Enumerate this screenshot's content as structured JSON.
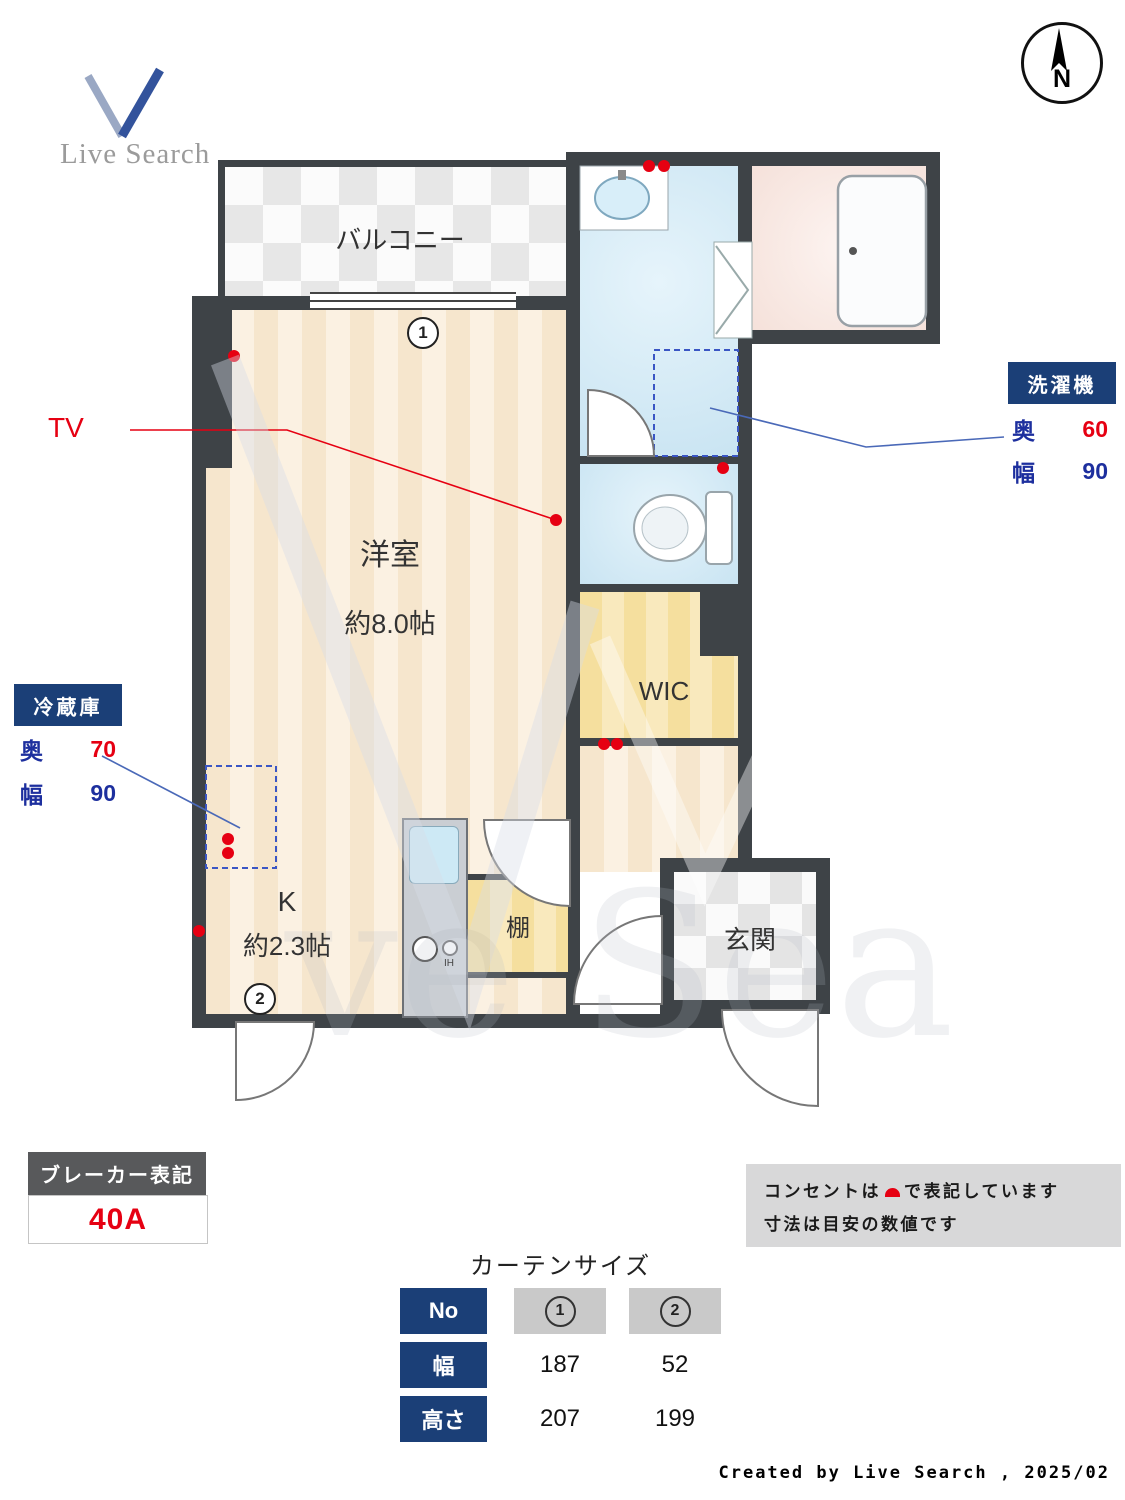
{
  "logo": {
    "text": "Live Search"
  },
  "compass": {
    "label": "N"
  },
  "plan": {
    "balcony": "バルコニー",
    "western_room": "洋室",
    "western_room_size": "約8.0帖",
    "kitchen": "K",
    "kitchen_size": "約2.3帖",
    "wic": "WIC",
    "shelf": "棚",
    "entrance": "玄関",
    "tv": "TV",
    "ih": "IH"
  },
  "washer": {
    "title": "洗濯機",
    "depth_label": "奥",
    "depth_value": "60",
    "width_label": "幅",
    "width_value": "90"
  },
  "fridge": {
    "title": "冷蔵庫",
    "depth_label": "奥",
    "depth_value": "70",
    "width_label": "幅",
    "width_value": "90"
  },
  "breaker": {
    "title": "ブレーカー表記",
    "value": "40A"
  },
  "notes": {
    "line1_pre": "コンセントは",
    "line1_post": "で表記しています",
    "line2": "寸法は目安の数値です"
  },
  "curtain_table": {
    "title": "カーテンサイズ",
    "no_label": "No",
    "width_label": "幅",
    "height_label": "高さ",
    "markers": [
      "1",
      "2"
    ],
    "rows": [
      {
        "label": "幅",
        "values": [
          "187",
          "52"
        ]
      },
      {
        "label": "高さ",
        "values": [
          "207",
          "199"
        ]
      }
    ]
  },
  "footer": {
    "credit": "Created by Live Search , 2025/02"
  },
  "colors": {
    "accent_red": "#e60012",
    "accent_blue": "#1d2f9e",
    "navy": "#1b3f77",
    "wall": "#3e4347"
  }
}
